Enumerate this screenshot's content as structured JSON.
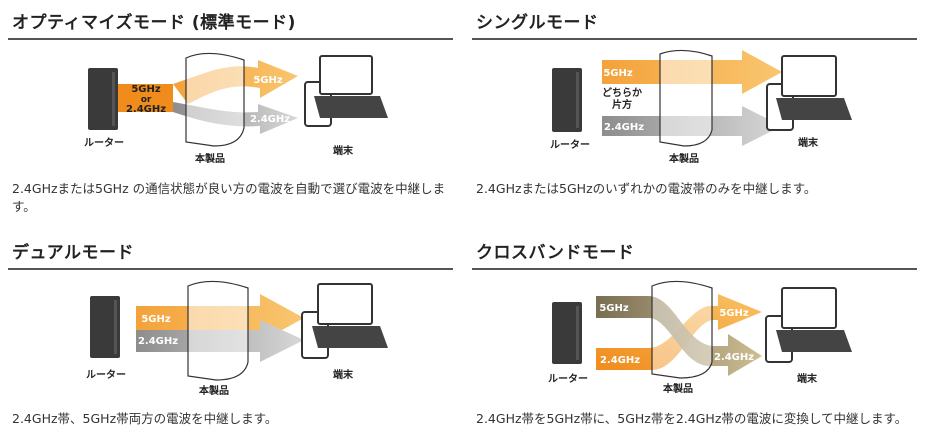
{
  "panels": [
    {
      "title": "オプティマイズモード (標準モード)",
      "desc": "2.4GHzまたは5GHz の通信状態が良い方の電波を自動で選び電波を中継します。",
      "labels": {
        "router": "ルーター",
        "product": "本製品",
        "device": "端末",
        "in_top": "5GHz",
        "in_mid": "or",
        "in_bot": "2.4GHz",
        "out_5": "5GHz",
        "out_24": "2.4GHz"
      }
    },
    {
      "title": "シングルモード",
      "desc": "2.4GHzまたは5GHzのいずれかの電波帯のみを中継します。",
      "labels": {
        "router": "ルーター",
        "product": "本製品",
        "device": "端末",
        "band5": "5GHz",
        "either1": "どちらか",
        "either2": "片方",
        "band24": "2.4GHz"
      }
    },
    {
      "title": "デュアルモード",
      "desc": "2.4GHz帯、5GHz帯両方の電波を中継します。",
      "labels": {
        "router": "ルーター",
        "product": "本製品",
        "device": "端末",
        "band5": "5GHz",
        "band24": "2.4GHz"
      }
    },
    {
      "title": "クロスバンドモード",
      "desc": "2.4GHz帯を5GHz帯に、5GHz帯を2.4GHz帯の電波に変換して中継します。",
      "labels": {
        "router": "ルーター",
        "product": "本製品",
        "device": "端末",
        "in_5": "5GHz",
        "out_5": "5GHz",
        "in_24": "2.4GHz",
        "out_24": "2.4GHz"
      }
    }
  ],
  "colors": {
    "orange": "#f08c1c",
    "orange_light": "#f9c266",
    "gray": "#8a8a8a",
    "gray_light": "#d0d0d0",
    "olive": "#8a7a52",
    "router": "#3a3a3a"
  }
}
